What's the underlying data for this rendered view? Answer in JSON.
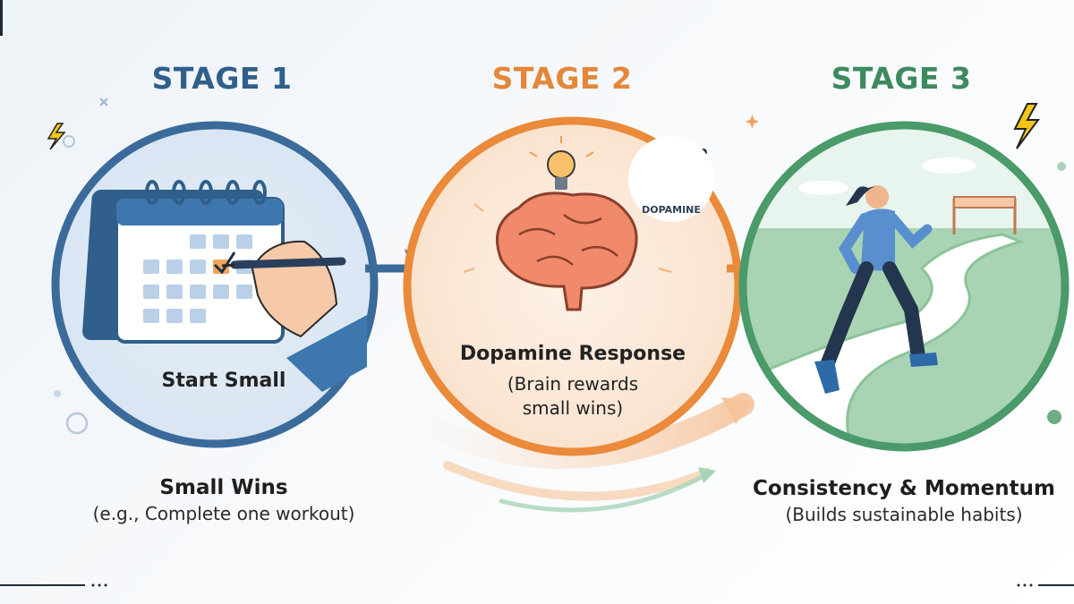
{
  "colors": {
    "stage1": "#2f5f8a",
    "stage2": "#e3873a",
    "stage3": "#3d8a5e",
    "accent_yellow": "#f5c518"
  },
  "stages": [
    {
      "title": "STAGE 1",
      "inner_label": "Start Small",
      "caption_main": "Small Wins",
      "caption_sub": "(e.g., Complete one workout)",
      "illustration": "calendar-checkmark-hand-pen"
    },
    {
      "title": "STAGE 2",
      "inner_label": "Dopamine Response",
      "inner_sub_line1": "(Brain rewards",
      "inner_sub_line2": "small wins)",
      "badge": "DOPAMINE",
      "illustration": "brain-lightbulb-molecule"
    },
    {
      "title": "STAGE 3",
      "caption_main": "Consistency & Momentum",
      "caption_sub": "(Builds sustainable habits)",
      "illustration": "runner-on-path-finish-line"
    }
  ],
  "icons": [
    "lightning-bolt-icon",
    "sparkle-icon",
    "arrow-right-icon"
  ]
}
